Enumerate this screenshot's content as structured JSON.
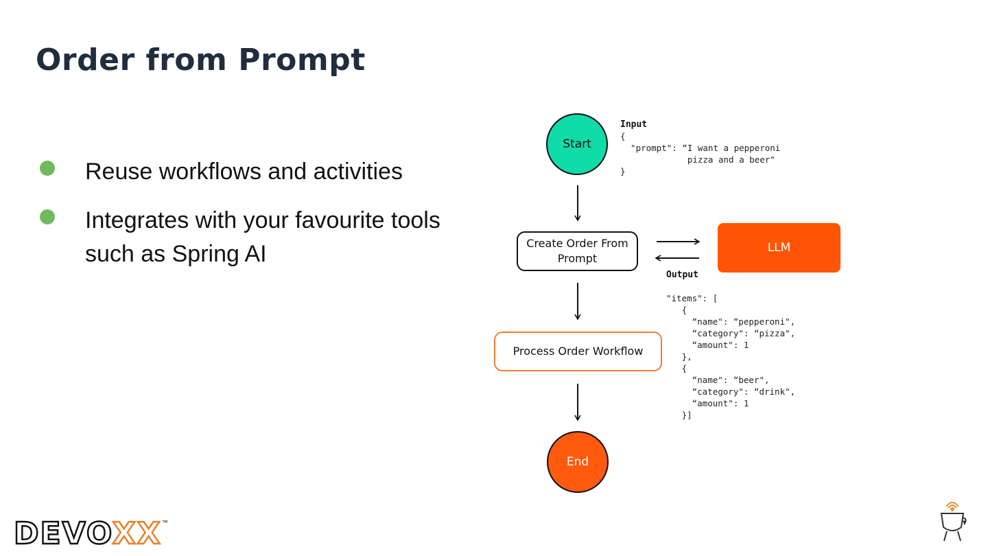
{
  "slide": {
    "title": "Order from Prompt",
    "bullets": [
      {
        "text": "Reuse workflows and activities"
      },
      {
        "text": "Integrates with your favourite tools such as Spring AI"
      }
    ]
  },
  "diagram": {
    "nodes": {
      "start": "Start",
      "create_order": "Create Order From Prompt",
      "llm": "LLM",
      "process_order": "Process Order Workflow",
      "end": "End"
    },
    "input_label": "Input",
    "input_code": "{\n  \"prompt\": “I want a pepperoni\n             pizza and a beer\"\n}",
    "output_label": "Output",
    "output_code": "\"items\": [\n   {\n     “name\": “pepperoni\",\n     “category\": “pizza\",\n     “amount\": 1\n   },\n   {\n     “name\": “beer\",\n     “category\": “drink\",\n     “amount\": 1\n   }]"
  },
  "colors": {
    "start": "#0fdca8",
    "end": "#ff5a0d",
    "llm": "#ff5505",
    "process_border": "#f07c34",
    "bullet": "#72b85e",
    "title": "#1f2d3d"
  },
  "branding": {
    "logo_text_main": "DEVO",
    "logo_text_x": "XX",
    "logo_tm": "™",
    "mascot_icon": "coffee-cup-mascot-icon"
  }
}
